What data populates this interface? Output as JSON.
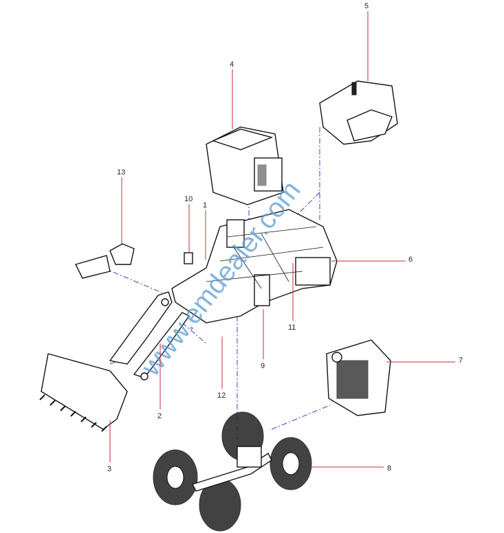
{
  "diagram": {
    "callouts": [
      {
        "id": "5",
        "label": "5"
      },
      {
        "id": "4",
        "label": "4"
      },
      {
        "id": "13",
        "label": "13"
      },
      {
        "id": "10",
        "label": "10"
      },
      {
        "id": "1",
        "label": "1"
      },
      {
        "id": "6",
        "label": "6"
      },
      {
        "id": "11",
        "label": "11"
      },
      {
        "id": "9",
        "label": "9"
      },
      {
        "id": "7",
        "label": "7"
      },
      {
        "id": "12",
        "label": "12"
      },
      {
        "id": "2",
        "label": "2"
      },
      {
        "id": "3",
        "label": "3"
      },
      {
        "id": "8",
        "label": "8"
      }
    ],
    "watermark": "www.emdealer.com",
    "colors": {
      "leader": "#c8283a",
      "assembly_line": "#3b3bc8",
      "watermark": "#5b9bd5"
    }
  }
}
